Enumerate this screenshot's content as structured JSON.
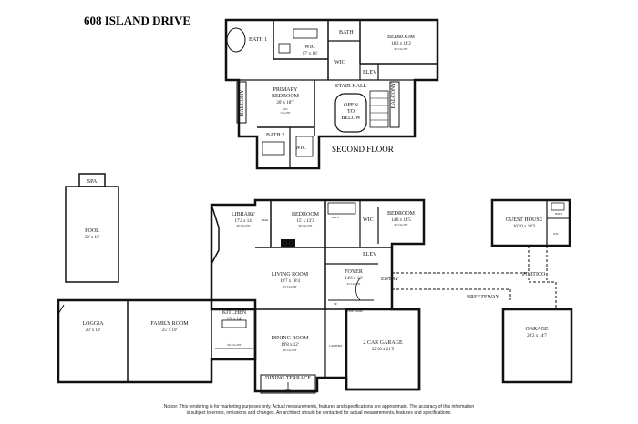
{
  "title": "608 ISLAND DRIVE",
  "second_floor_label": "SECOND FLOOR",
  "notice_line1": "Notice: This rendering is for marketing purposes only. Actual measurements, features and specifications are approximate. The accuracy of this information",
  "notice_line2": "is subject to errors, omissions and changes. An architect should be contacted for actual measurements, features and specifications.",
  "rooms": {
    "bath1": {
      "name": "BATH 1"
    },
    "wic_top": {
      "name": "WIC",
      "dims": "17' x 16'"
    },
    "bath_top": {
      "name": "BATH"
    },
    "bedroom_top": {
      "name": "BEDROOM",
      "dims": "18'3 x 14'2",
      "ceiling": "9ft CLG HT"
    },
    "wic_small_top": {
      "name": "WIC"
    },
    "elev_top": {
      "name": "ELEV"
    },
    "primary": {
      "name": "PRIMARY",
      "name2": "BEDROOM",
      "dims": "20' x 18'7",
      "ceiling1": "10'2",
      "ceiling2": "CLG HT"
    },
    "stair_hall": {
      "name": "STAIR HALL"
    },
    "open_below": {
      "line1": "OPEN",
      "line2": "TO",
      "line3": "BELOW"
    },
    "balcony_left": {
      "name": "BALCONY"
    },
    "balcony_right": {
      "name": "BALCONY"
    },
    "bath2": {
      "name": "BATH 2"
    },
    "wic_bath2": {
      "name": "WIC"
    },
    "spa": {
      "name": "SPA"
    },
    "pool": {
      "name": "POOL",
      "dims": "30' x 15'"
    },
    "library": {
      "name": "LIBRARY",
      "dims": "17'2 x 14'",
      "ceiling": "9ft CLG HT"
    },
    "bar": {
      "name": "BAR"
    },
    "bedroom_mid": {
      "name": "BEDROOM",
      "dims": "15' x 13'3",
      "ceiling": "9ft CLG HT"
    },
    "bath_mid": {
      "name": "BATH"
    },
    "wic_mid": {
      "name": "WIC"
    },
    "bedroom_right": {
      "name": "BEDROOM",
      "dims": "14'8 x 14'5",
      "ceiling": "9ft CLG HT"
    },
    "elev_mid": {
      "name": "ELEV"
    },
    "living": {
      "name": "LIVING ROOM",
      "dims": "19'7 x 18'4",
      "ceiling": "23' CLG HT"
    },
    "foyer": {
      "name": "FOYER",
      "dims": "14'6 x 12'",
      "ceiling": "23' CLG HT"
    },
    "pr": {
      "name": "PR"
    },
    "entry": {
      "name": "ENTRY"
    },
    "wine": {
      "name": "WINE ROOM"
    },
    "guest": {
      "name": "GUEST HOUSE",
      "dims": "16'10 x 14'3"
    },
    "bath_guest": {
      "name": "BATH"
    },
    "wic_guest": {
      "name": "WIC"
    },
    "portico": {
      "name": "PORTICO"
    },
    "breezeway": {
      "name": "BREEZEWAY"
    },
    "loggia": {
      "name": "LOGGIA",
      "dims": "20' x 19'"
    },
    "family": {
      "name": "FAMILY ROOM",
      "dims": "25' x 19'"
    },
    "kitchen": {
      "name": "KITCHEN",
      "dims": "19' x 14'",
      "ceiling": "9ft CLG HT"
    },
    "dining": {
      "name": "DINING ROOM",
      "dims": "19'8 x 12'",
      "ceiling": "9ft CLG HT"
    },
    "laundry": {
      "name": "LAUNDRY"
    },
    "garage2": {
      "name": "2 CAR GARAGE",
      "dims": "22'10 x 21'5"
    },
    "garage": {
      "name": "GARAGE",
      "dims": "20'2 x 14'7"
    },
    "dining_terrace": {
      "name": "DINING TERRACE"
    },
    "ftn": {
      "name": "FTN"
    }
  }
}
